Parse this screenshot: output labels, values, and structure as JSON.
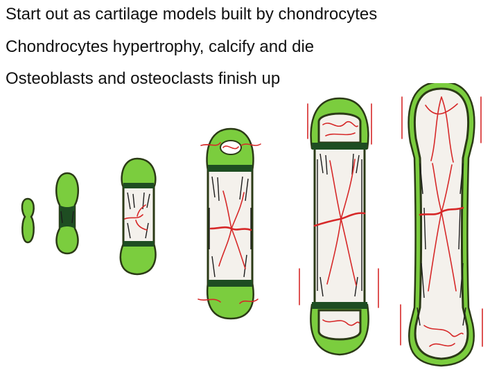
{
  "bullets": [
    "Start out as cartilage models built by chondrocytes",
    "Chondrocytes  hypertrophy, calcify and die",
    "Osteoblasts and osteoclasts finish up"
  ],
  "colors": {
    "cartilage": "#7bcd3e",
    "outline": "#2b3a16",
    "collar": "#1e4d22",
    "vessels": "#d62828",
    "background": "#ffffff"
  },
  "stages": [
    {
      "id": "stage-1"
    },
    {
      "id": "stage-2"
    },
    {
      "id": "stage-3"
    },
    {
      "id": "stage-4"
    },
    {
      "id": "stage-5"
    },
    {
      "id": "stage-6"
    }
  ]
}
